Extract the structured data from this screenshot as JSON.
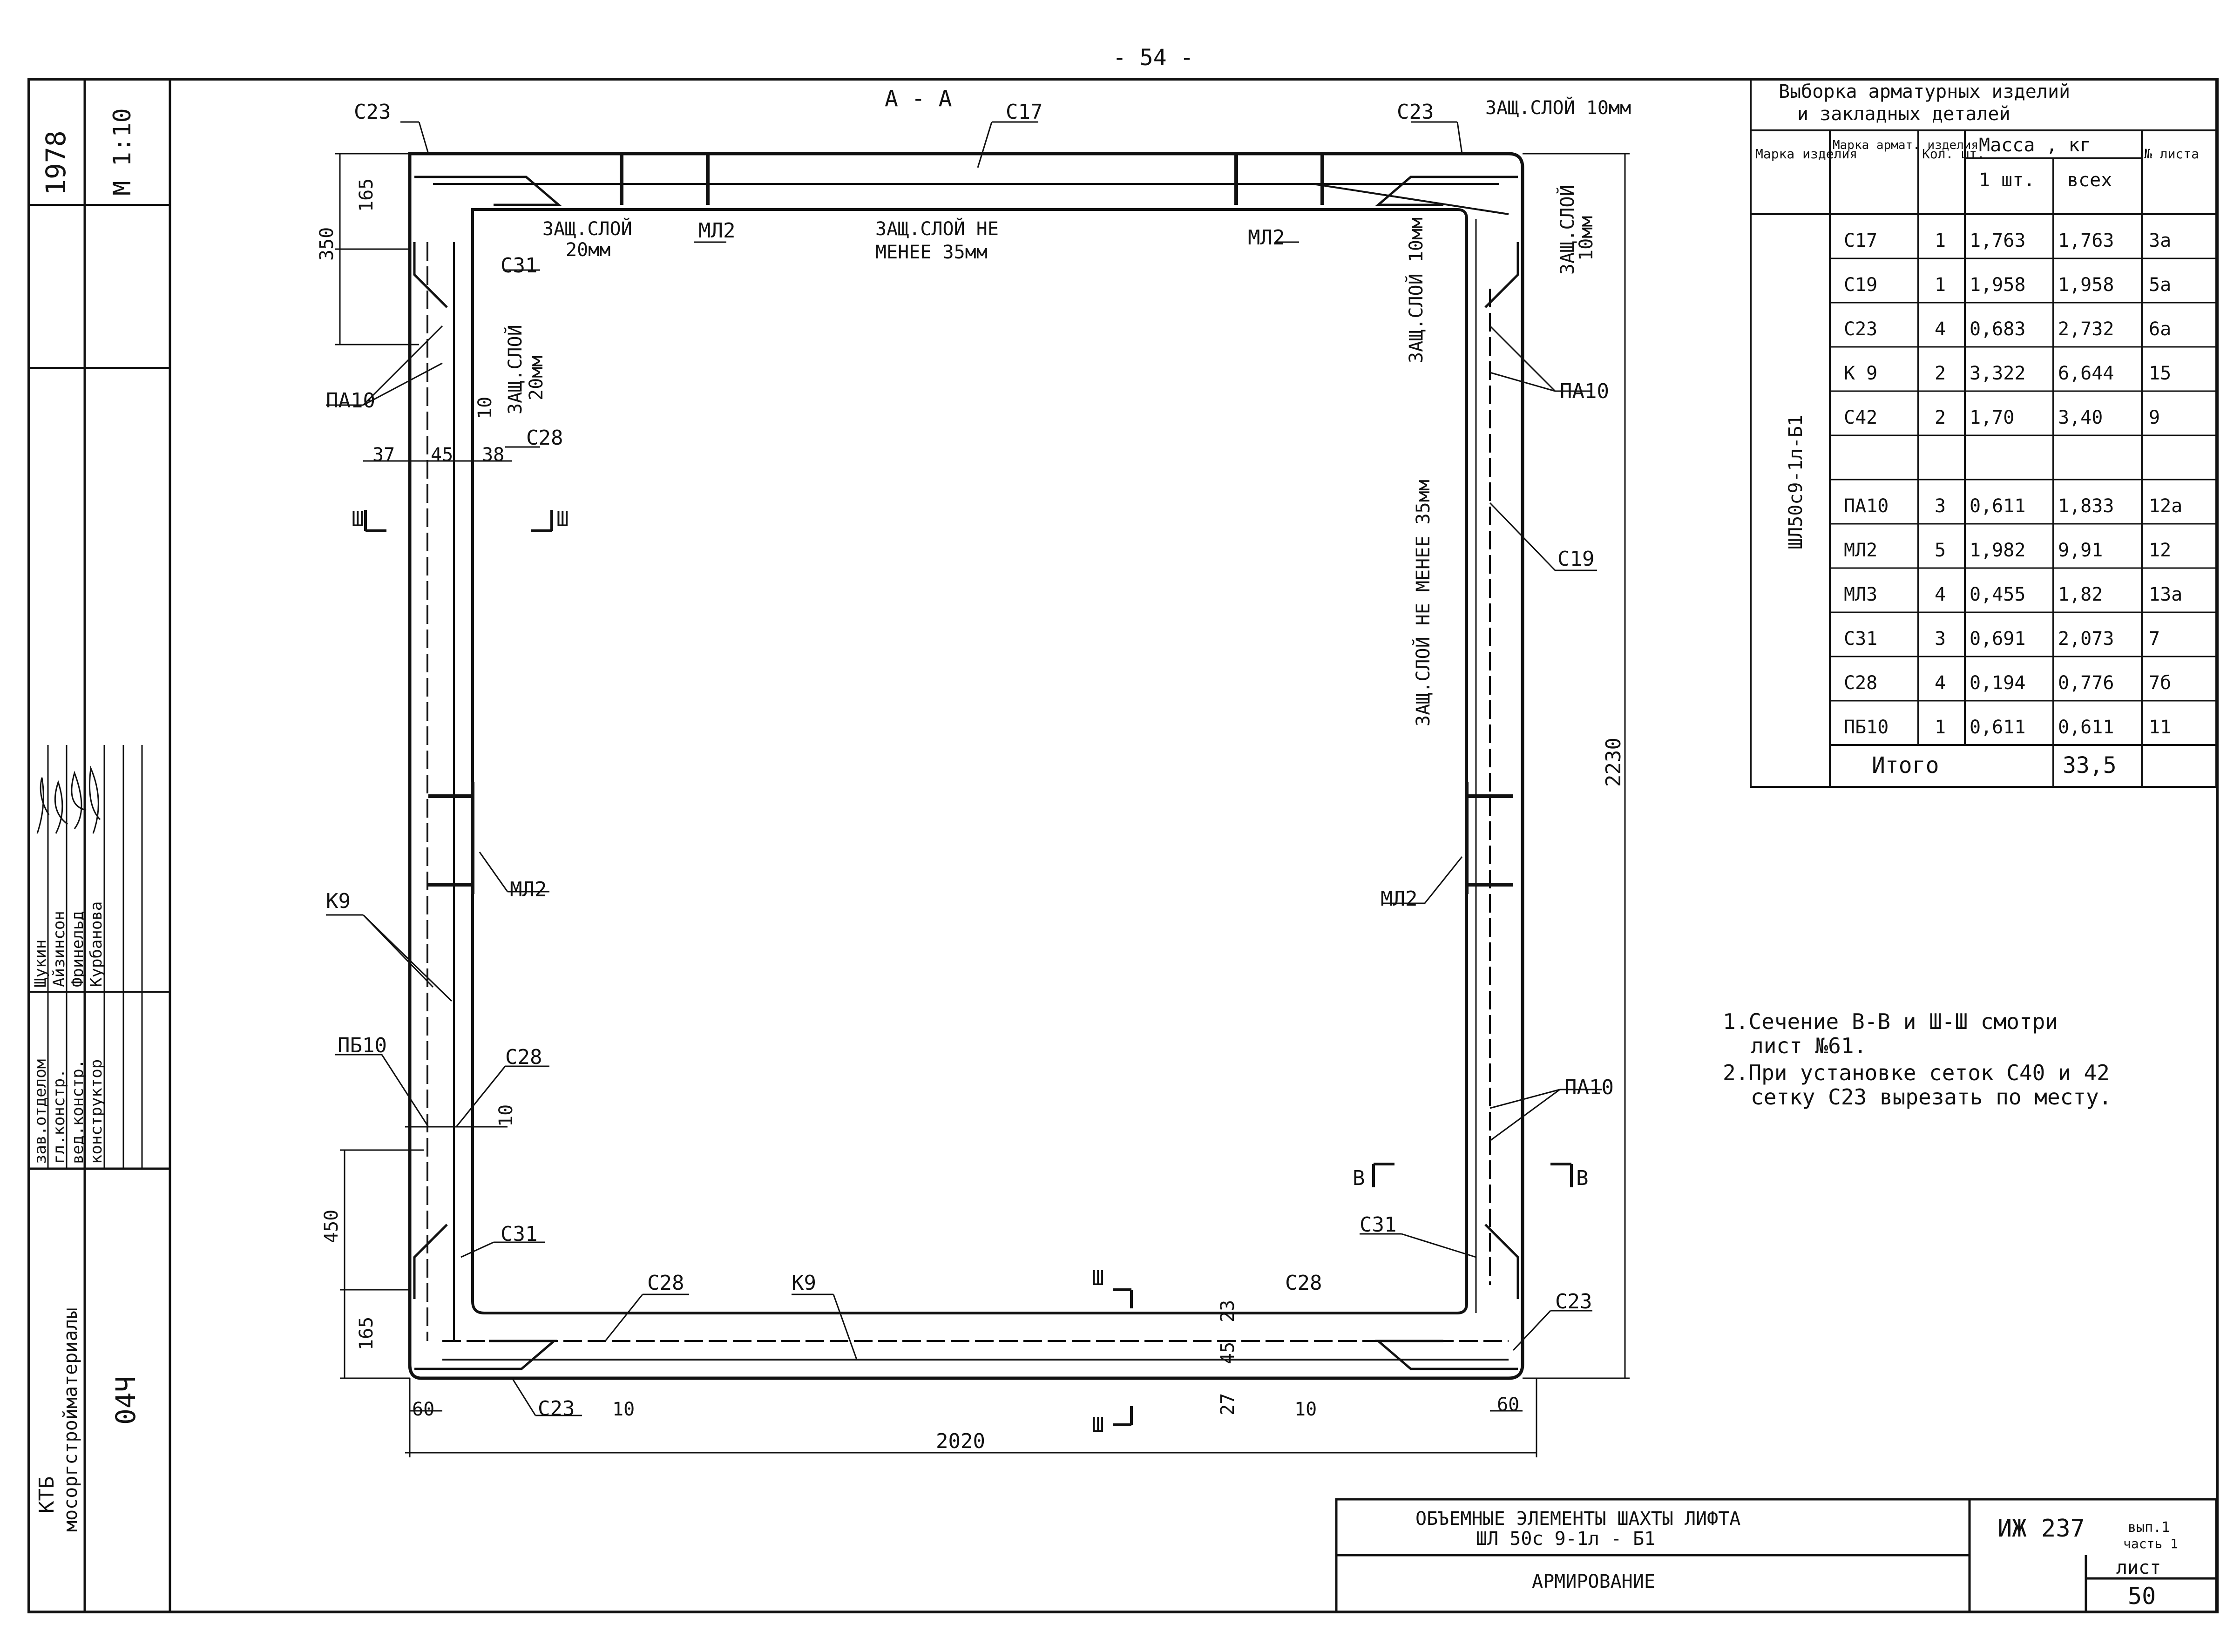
{
  "page_number": "- 54 -",
  "section": "А - А",
  "labels": {
    "c23": "С23",
    "c17": "С17",
    "c19": "С19",
    "c31": "С31",
    "c28": "С28",
    "k9": "К9",
    "pa10": "ПА10",
    "pb10": "ПБ10",
    "ml2": "МЛ2",
    "cover_10": "ЗАЩ.СЛОЙ 10мм",
    "cover_20_a": "ЗАЩ.СЛОЙ",
    "cover_20_b": "20мм",
    "cover_35_a": "ЗАЩ.СЛОЙ НЕ",
    "cover_35_b": "МЕНЕЕ 35мм",
    "cover_10_vert": "ЗАЩ.СЛОЙ 10мм",
    "cover_10_right_a": "ЗАЩ.СЛОЙ",
    "cover_10_right_b": "10мм",
    "cover_20_vert_a": "ЗАЩ.СЛОЙ",
    "cover_20_vert_b": "20мм",
    "cover_35_vert": "ЗАЩ.СЛОЙ НЕ МЕНЕЕ 35мм",
    "sec_iii": "Ш",
    "sec_b": "В"
  },
  "dims": {
    "d165_top": "165",
    "d350": "350",
    "d37": "37",
    "d45": "45",
    "d38": "38",
    "d10_top": "10",
    "d10_mid": "10",
    "d450": "450",
    "d165_bot": "165",
    "d60_left": "60",
    "d10_bot": "10",
    "d2020": "2020",
    "d23": "23",
    "d45_bot": "45",
    "d27": "27",
    "d10_bot_r": "10",
    "d60_right": "60",
    "d2230": "2230"
  },
  "table": {
    "title_line1": "Выборка арматурных изделий",
    "title_line2": "и закладных деталей",
    "headers": {
      "mark_item": "Марка изделия",
      "mark_rebar": "Марка армат. изделия",
      "qty": "Кол. шт.",
      "mass": "Масса , кг",
      "mass_one": "1 шт.",
      "mass_all": "всех",
      "sheet": "№ листа"
    },
    "item_mark": "ШЛ50с9-1л-Б1",
    "rows": [
      {
        "mark": "С17",
        "qty": "1",
        "one": "1,763",
        "all": "1,763",
        "sheet": "3а"
      },
      {
        "mark": "С19",
        "qty": "1",
        "one": "1,958",
        "all": "1,958",
        "sheet": "5а"
      },
      {
        "mark": "С23",
        "qty": "4",
        "one": "0,683",
        "all": "2,732",
        "sheet": "6а"
      },
      {
        "mark": "К 9",
        "qty": "2",
        "one": "3,322",
        "all": "6,644",
        "sheet": "15"
      },
      {
        "mark": "С42",
        "qty": "2",
        "one": "1,70",
        "all": "3,40",
        "sheet": "9"
      },
      {
        "mark": "",
        "qty": "",
        "one": "",
        "all": "",
        "sheet": ""
      },
      {
        "mark": "ПА10",
        "qty": "3",
        "one": "0,611",
        "all": "1,833",
        "sheet": "12а"
      },
      {
        "mark": "МЛ2",
        "qty": "5",
        "one": "1,982",
        "all": "9,91",
        "sheet": "12"
      },
      {
        "mark": "МЛ3",
        "qty": "4",
        "one": "0,455",
        "all": "1,82",
        "sheet": "13а"
      },
      {
        "mark": "С31",
        "qty": "3",
        "one": "0,691",
        "all": "2,073",
        "sheet": "7"
      },
      {
        "mark": "С28",
        "qty": "4",
        "one": "0,194",
        "all": "0,776",
        "sheet": "7б"
      },
      {
        "mark": "ПБ10",
        "qty": "1",
        "one": "0,611",
        "all": "0,611",
        "sheet": "11"
      }
    ],
    "total_label": "Итого",
    "total_value": "33,5"
  },
  "notes": {
    "n1_line1": "1.Сечение В-В и Ш-Ш смотри",
    "n1_line2": "лист №61.",
    "n2_line1": "2.При установке сеток С40 и 42",
    "n2_line2": "сетку С23 вырезать по месту."
  },
  "title_block": {
    "name_line1": "ОБЪЕМНЫЕ ЭЛЕМЕНТЫ ШАХТЫ ЛИФТА",
    "name_line2": "ШЛ 50с 9-1л - Б1",
    "drawing": "АРМИРОВАНИЕ",
    "code": "ИЖ 237",
    "issue": "вып.1",
    "part": "часть 1",
    "sheet_label": "лист",
    "sheet_no": "50"
  },
  "stamp": {
    "year": "1978",
    "scale": "М 1:10",
    "org_line1": "КТБ",
    "org_line2": "мосоргстройматериалы",
    "org_code": "04Ч",
    "roles": [
      "зав.отделом",
      "гл.констр.",
      "вед.констр.",
      "конструктор"
    ],
    "names": [
      "Щукин",
      "Айзинсон",
      "Фринельд",
      "Курбанова"
    ]
  }
}
